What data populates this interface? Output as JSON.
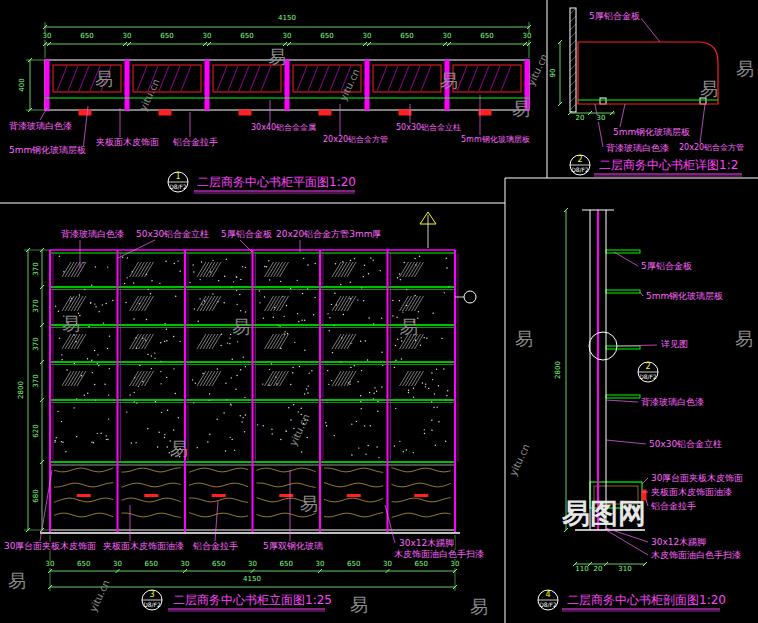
{
  "diagram": {
    "labels": [
      "4150",
      "30",
      "650",
      "30",
      "650",
      "30",
      "650",
      "30",
      "650",
      "30",
      "650",
      "30",
      "650",
      "30",
      "400",
      "背漆玻璃白色漆",
      "5mm钢化玻璃层板",
      "夹板面木皮饰面",
      "铝合金拉手",
      "30x40铝合金金属",
      "20x20铝合金方管",
      "50x30铝合金立柱",
      "5mm钢化玻璃层板",
      "1",
      "D8/F2",
      "二层商务中心书柜平面图1:20",
      "5厚铝合金板",
      "90",
      "20",
      "30",
      "5mm钢化玻璃层板",
      "背漆玻璃白色漆",
      "20x20铝合金方管",
      "2",
      "D8/F2",
      "二层商务中心书柜详图1:2",
      "背漆玻璃白色漆",
      "50x30铝合金立柱",
      "5厚铝合金板",
      "20x20铝合金方管3mm厚",
      "370",
      "370",
      "370",
      "370",
      "620",
      "680",
      "2800",
      "30厚台面夹板木皮饰面",
      "夹板面木皮饰面油漆",
      "铝合金拉手",
      "5厚双钢化玻璃",
      "30x12木踢脚",
      "木皮饰面油白色手扫漆",
      "30",
      "650",
      "30",
      "650",
      "30",
      "650",
      "30",
      "650",
      "30",
      "650",
      "30",
      "650",
      "30",
      "4150",
      "3",
      "D8/F2",
      "二层商务中心书柜立面图1:25",
      "5厚铝合金板",
      "5mm钢化玻璃层板",
      "详见图",
      "2",
      "D8/F2",
      "背漆玻璃白色漆",
      "50x30铝合金立柱",
      "30厚台面夹板木皮饰面",
      "夹板面木皮饰面油漆",
      "铝合金拉手",
      "30x12木踢脚",
      "木皮饰面油白色手扫漆",
      "2800",
      "110",
      "20",
      "310",
      "4",
      "D8/F2",
      "二层商务中心书柜剖面图1:20",
      "易",
      "易",
      "易",
      "易",
      "易",
      "易",
      "易",
      "易",
      "易",
      "易",
      "易",
      "易",
      "易",
      "易",
      "易",
      "易",
      "yitu.cn",
      "yitu.cn",
      "yitu.cn",
      "yitu.cn",
      "yitu.cn",
      "yitu.cn",
      "易图网"
    ]
  }
}
